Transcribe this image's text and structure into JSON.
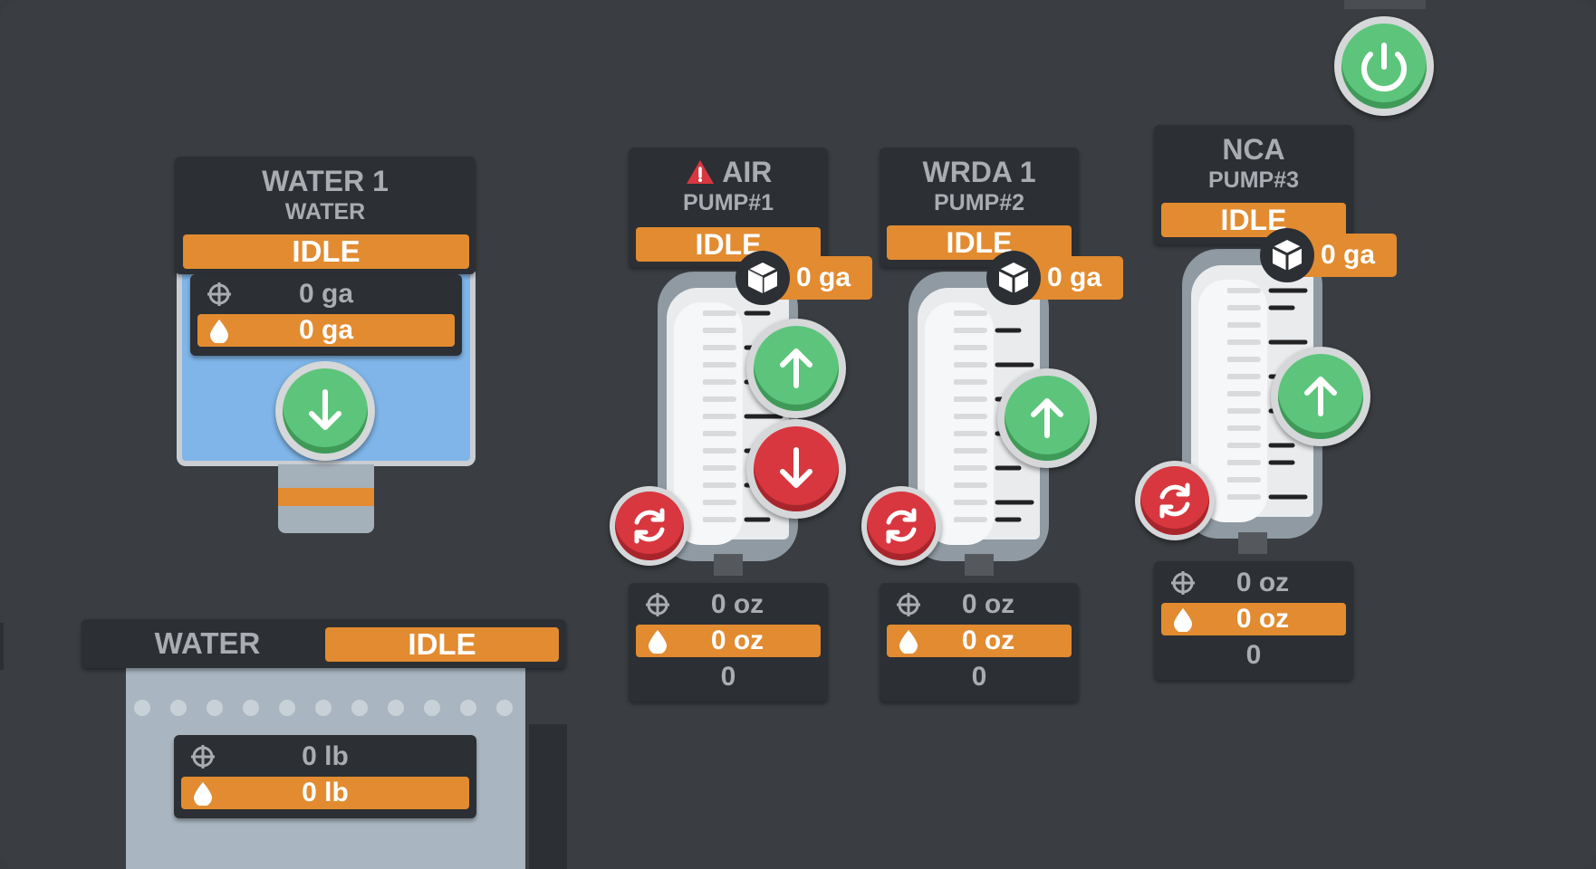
{
  "colors": {
    "bg": "#3a3d41",
    "panel": "#2c2f33",
    "accent": "#e28b30",
    "green": "#5cc57b",
    "red": "#d8373f",
    "water": "#7fb5e8"
  },
  "power": {
    "icon": "power-icon"
  },
  "water_tank": {
    "name": "WATER 1",
    "type": "WATER",
    "status": "IDLE",
    "target_value": "0 ga",
    "actual_value": "0 ga",
    "target_icon": "crosshair-icon",
    "actual_icon": "droplet-icon",
    "action_icon": "arrow-down-icon"
  },
  "pumps": [
    {
      "name": "AIR",
      "warning": true,
      "subtitle": "PUMP#1",
      "status": "IDLE",
      "volume": "0 ga",
      "target_value": "0 oz",
      "actual_value": "0 oz",
      "count": "0"
    },
    {
      "name": "WRDA 1",
      "warning": false,
      "subtitle": "PUMP#2",
      "status": "IDLE",
      "volume": "0 ga",
      "target_value": "0 oz",
      "actual_value": "0 oz",
      "count": "0"
    },
    {
      "name": "NCA",
      "warning": false,
      "subtitle": "PUMP#3",
      "status": "IDLE",
      "volume": "0 ga",
      "target_value": "0 oz",
      "actual_value": "0 oz",
      "count": "0"
    }
  ],
  "scale": {
    "name": "WATER",
    "status": "IDLE",
    "target_value": "0 lb",
    "actual_value": "0 lb"
  }
}
